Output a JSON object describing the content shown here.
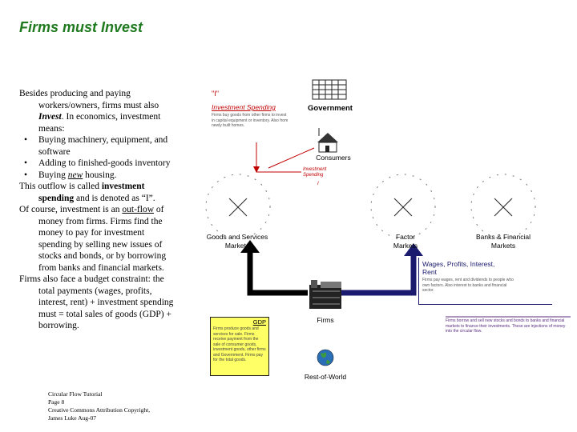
{
  "title": "Firms must Invest",
  "left": {
    "p1_a": "Besides producing and paying workers/owners, firms must also ",
    "p1_invest": "Invest",
    "p1_b": ".  In economics, investment means:",
    "bullets": [
      "Buying machinery, equipment, and software",
      "Adding to finished-goods inventory"
    ],
    "bullet3_a": "Buying ",
    "bullet3_new": "new",
    "bullet3_b": " housing.",
    "p2_a": "This outflow is called ",
    "p2_b": "investment spending",
    "p2_c": " and is denoted as “I”.",
    "p3_a": "Of course, investment is an ",
    "p3_outflow": "out-flow",
    "p3_b": " of money from firms.  Firms find the money to pay for investment spending by selling new issues of stocks and bonds, or by borrowing from banks and financial markets.",
    "p4": "Firms also face a budget constraint: the total payments (wages, profits, interest, rent) + investment spending must = total sales of goods (GDP) + borrowing."
  },
  "footer": [
    "Circular Flow Tutorial",
    "Page 8",
    "Creative Commons Attribution Copyright,",
    "James Luke Aug-07"
  ],
  "diagram": {
    "i_quote": "\"I\"",
    "inv_spending_label": "Investment Spending",
    "inv_desc": "Firms buy goods from other firms to invest in capital equipment or inventory. Also from newly built homes.",
    "government": "Government",
    "consumers": "Consumers",
    "inv_spending_small": "Investment Spending",
    "inv_spending_i": "I",
    "goods_markets": "Goods and Services Markets",
    "factor_markets": "Factor Markets",
    "banks_markets": "Banks & Financial Markets",
    "wages_title": "Wages, Profits, Interest, Rent",
    "wages_desc": "Firms pay wages, rent and dividends to people who own factors. Also interest to banks and financial sector.",
    "firms": "Firms",
    "gdp_title": "GDP",
    "gdp_desc": "Firms produce goods and services for sale. Firms receive payment from the sale of consumer goods, investment goods, other firms and Government. Firms pay for the total goods.",
    "rest_of_world": "Rest-of-World",
    "borrow_desc": "Firms borrow and sell new stocks and bonds to banks and financial markets to finance their investments. These are injections of money into the circular flow.",
    "colors": {
      "title_green": "#1f7a1f",
      "red": "#c00000",
      "navy": "#1a1a6e",
      "gdp_yellow": "#ffff66",
      "purple": "#5a2d82"
    }
  }
}
